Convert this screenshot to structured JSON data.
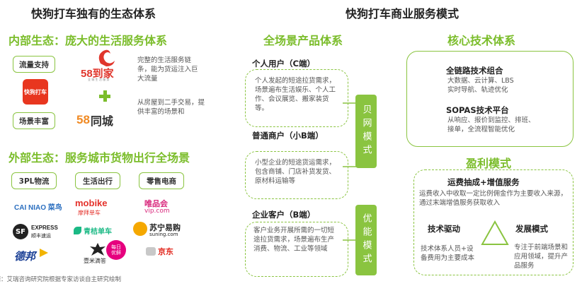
{
  "left": {
    "title": "快狗打车独有的生态体系",
    "internal": {
      "title": "内部生态：庞大的生活服务体系",
      "tags": [
        "流量支持",
        "场景丰富"
      ],
      "logos": {
        "kuaigou": "快狗打车",
        "daojia": "58到家",
        "daojia_sub": "全 城 生 活 服 务",
        "tongcheng": "同城",
        "tongcheng_num": "58"
      },
      "desc1": "完整的生活服务链条，能为货运注入巨大流量",
      "desc2": "从房屋到二手交易，提供丰富的场景和"
    },
    "external": {
      "title": "外部生态：服务城市货物出行全场景",
      "tags": [
        "3PL物流",
        "生活出行",
        "零售电商"
      ],
      "logos": {
        "cainiao": "CAI NIAO 菜鸟",
        "mobike": "mobike",
        "mobike_sub": "摩拜单车",
        "vip": "唯品会",
        "vip_sub": "vip.com",
        "sf": "EXPRESS",
        "sf_sub": "顺丰速运",
        "qingju": "青桔单车",
        "suning": "苏宁易购",
        "suning_sub": "suning.com",
        "debang": "德邦",
        "mrq": "壹米滴答",
        "meiri": "每日优鲜",
        "jd": "京东"
      }
    },
    "source": "来源：艾瑞咨询研究院根据专家访谈自主研究绘制"
  },
  "right": {
    "title": "快狗打车商业服务模式",
    "products": {
      "title": "全场景产品体系",
      "c_title": "个人用户（C端）",
      "c_desc": "个人发起的短途拉货需求，场景遍布生活娱乐、个人工作、会议展览、搬家装货等。",
      "b_small_title": "普通商户（小B端）",
      "b_small_desc": "小型企业的短途货运需求，包含商铺、门店补货发货、原材料运输等",
      "b_title": "企业客户（B端）",
      "b_desc": "客户业务开展所需的一切短途拉货需求，场景遍布生产消费、物流、工业等领域",
      "bar1": "贝网模式",
      "bar2": "优能模式"
    },
    "tech": {
      "title": "核心技术体系",
      "t1_title": "全链路技术组合",
      "t1_lines": [
        "大数据、云计算、LBS",
        "实时导航、轨迹优化"
      ],
      "t2_title": "SOPAS技术平台",
      "t2_lines": [
        "从响应、报价到监控、排班、",
        "接单，全流程智能优化"
      ]
    },
    "profit": {
      "title": "盈利模式",
      "main_title": "运费抽成+增值服务",
      "main_desc": "运费收入中收取一定比例佣金作为主要收入来源，通过末端增值服务获取收入",
      "left_title": "技术驱动",
      "left_desc": "技术体系人员+设备费用为主要成本",
      "right_title": "发展模式",
      "right_desc": "专注于前端场景和应用领域，提升产品服务"
    }
  }
}
